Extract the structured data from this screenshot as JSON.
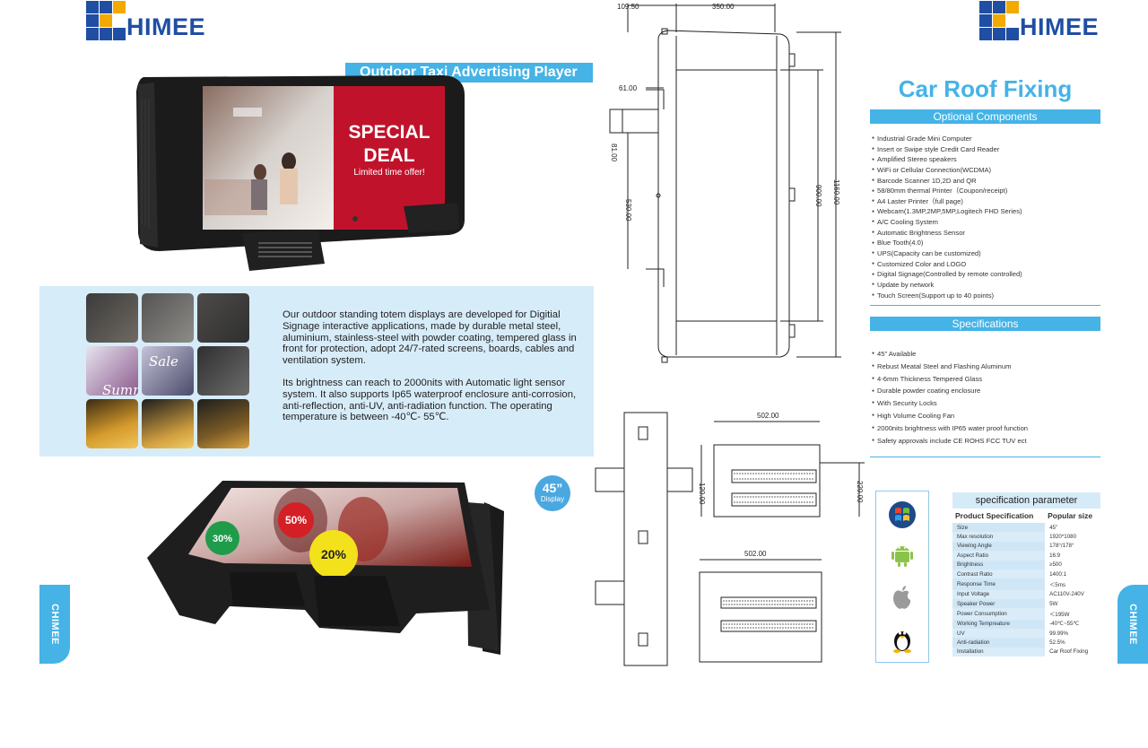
{
  "brand": {
    "logo_text": "HIMEE",
    "side_tab": "CHIMEE",
    "colors": {
      "blue": "#1f4ea3",
      "yellow": "#f2a900",
      "accent": "#45b3e6",
      "band": "#d7ecf9"
    }
  },
  "left": {
    "banner_title": "Outdoor Taxi Advertising Player",
    "screen": {
      "line1": "SPECIAL",
      "line2": "DEAL",
      "line3": "Limited time offer!"
    },
    "description": {
      "p1": "Our outdoor standing totem displays are developed for Digitial Signage interactive applications, made by durable metal steel, aluminium, stainless-steel with powder coating, tempered glass in front for protection, adopt 24/7-rated screens, boards, cables and ventilation system.",
      "p2": "Its brightness can reach to 2000nits with Automatic light sensor system. It also supports Ip65 waterproof enclosure anti-corrosion, anti-reflection, anti-UV, anti-radiation function. The operating temperature is between -40℃- 55℃."
    },
    "grid_overlay": {
      "line1": "Summer",
      "line2": "Sale"
    },
    "badge": {
      "size": "45”",
      "label": "Display"
    },
    "discounts": [
      "50%",
      "30%",
      "20%"
    ]
  },
  "drawings": {
    "front": {
      "top_left": "109.50",
      "top_width": "350.00",
      "arm": "61.00",
      "arm_h": "81.00",
      "mount": "530.00",
      "inner": "900.00",
      "total": "1160.00"
    },
    "side_top": {
      "width": "502.00",
      "h1": "120.00",
      "h2": "220.00"
    },
    "side_bottom": {
      "width": "502.00"
    }
  },
  "right": {
    "title": "Car Roof Fixing",
    "optional_title": "Optional Components",
    "optional_items": [
      "Industrial Grade Mini Computer",
      "Insert or Swipe style Credit Card Reader",
      "Amplified Stereo speakers",
      "WiFi or Cellular Connection(WCDMA)",
      "Barcode Scanner 1D,2D and QR",
      "58/80mm thermal Printer（Coupon/receipt)",
      "A4 Laster Printer（full page)",
      "Webcam(1.3MP,2MP,5MP,Logitech FHD Series)",
      "A/C Cooling System",
      "Automatic Brightness Sensor",
      "Blue Tooth(4.0)",
      "UPS(Capacity can be customized)",
      "Customized Color and LOGO",
      "Digital Signage(Controlled by remote controlled)",
      "Update by network",
      "Touch Screen(Support up to 40 points)"
    ],
    "specs_title": "Specifications",
    "spec_items": [
      "45” Available",
      "Rebust Meatal Steel and Flashing Aluminum",
      "4-6mm Thickness Tempered Glass",
      "Durable powder coating enclosure",
      "With Security Locks",
      "High Volume Cooling Fan",
      "2000nits brightness with IP65 water proof function",
      "Safety approvals include CE ROHS FCC TUV ect"
    ],
    "os_icons": [
      "windows-icon",
      "android-icon",
      "apple-icon",
      "linux-icon"
    ],
    "table": {
      "caption": "specification parameter",
      "headers": [
        "Product Specification",
        "Popular size"
      ],
      "rows": [
        [
          "Size",
          "45”"
        ],
        [
          "Max resolution",
          "1920*1080"
        ],
        [
          "Viewing Angle",
          "178°/178°"
        ],
        [
          "Aspect Ratio",
          "16:9"
        ],
        [
          "Brightness",
          "≥500"
        ],
        [
          "Contrast Ratio",
          "1400:1"
        ],
        [
          "Response Time",
          "＜5ms"
        ],
        [
          "Input Voltage",
          "AC110V-240V"
        ],
        [
          "Speaker Power",
          "5W"
        ],
        [
          "Power Consumption",
          "＜195W"
        ],
        [
          "Working Tempreature",
          "-40℃~55℃"
        ],
        [
          "UV",
          "99.99%"
        ],
        [
          "Anti-radiation",
          "52.5%"
        ],
        [
          "Installation",
          "Car Roof Fixing"
        ]
      ]
    }
  }
}
